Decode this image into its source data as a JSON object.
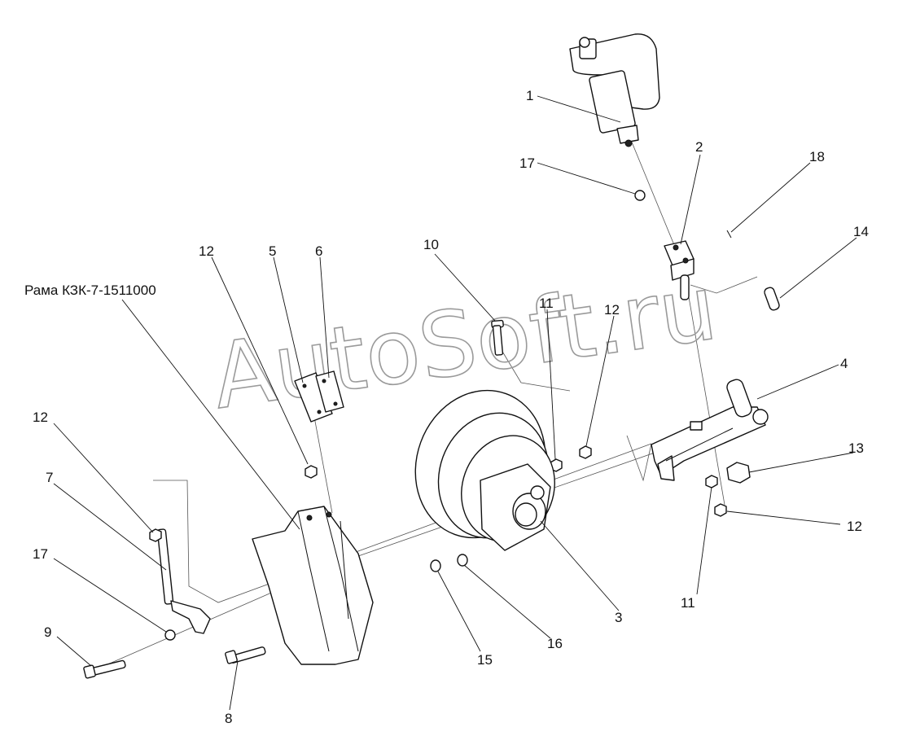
{
  "watermark": {
    "text": "AutoSoft.ru"
  },
  "frame_label": "Рама КЗК-7-1511000",
  "callouts": [
    "1",
    "2",
    "3",
    "4",
    "5",
    "6",
    "7",
    "8",
    "9",
    "10",
    "11",
    "11",
    "12",
    "12",
    "12",
    "12",
    "13",
    "14",
    "15",
    "16",
    "17",
    "17",
    "18"
  ]
}
